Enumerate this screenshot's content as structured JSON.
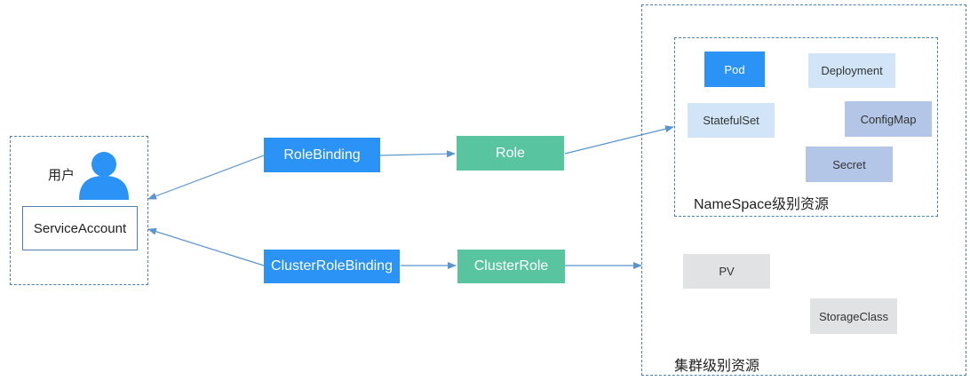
{
  "user": {
    "label": "用户",
    "account": "ServiceAccount"
  },
  "bindings": {
    "role_binding": "RoleBinding",
    "cluster_role_binding": "ClusterRoleBinding"
  },
  "roles": {
    "role": "Role",
    "cluster_role": "ClusterRole"
  },
  "namespace": {
    "label": "NameSpace级别资源",
    "resources": [
      "Pod",
      "Deployment",
      "StatefulSet",
      "ConfigMap",
      "Secret"
    ]
  },
  "cluster": {
    "label": "集群级别资源",
    "resources": [
      "PV",
      "StorageClass"
    ]
  },
  "colors": {
    "binding": "#2b93f5",
    "role": "#59c5a0",
    "border": "#4f80ad",
    "pod": "#2b93f5",
    "deployment": "#d2e5f8",
    "statefulset": "#d2e5f8",
    "configmap": "#b4c6e7",
    "secret": "#b4c6e7",
    "cluster_resource": "#e0e2e3"
  }
}
